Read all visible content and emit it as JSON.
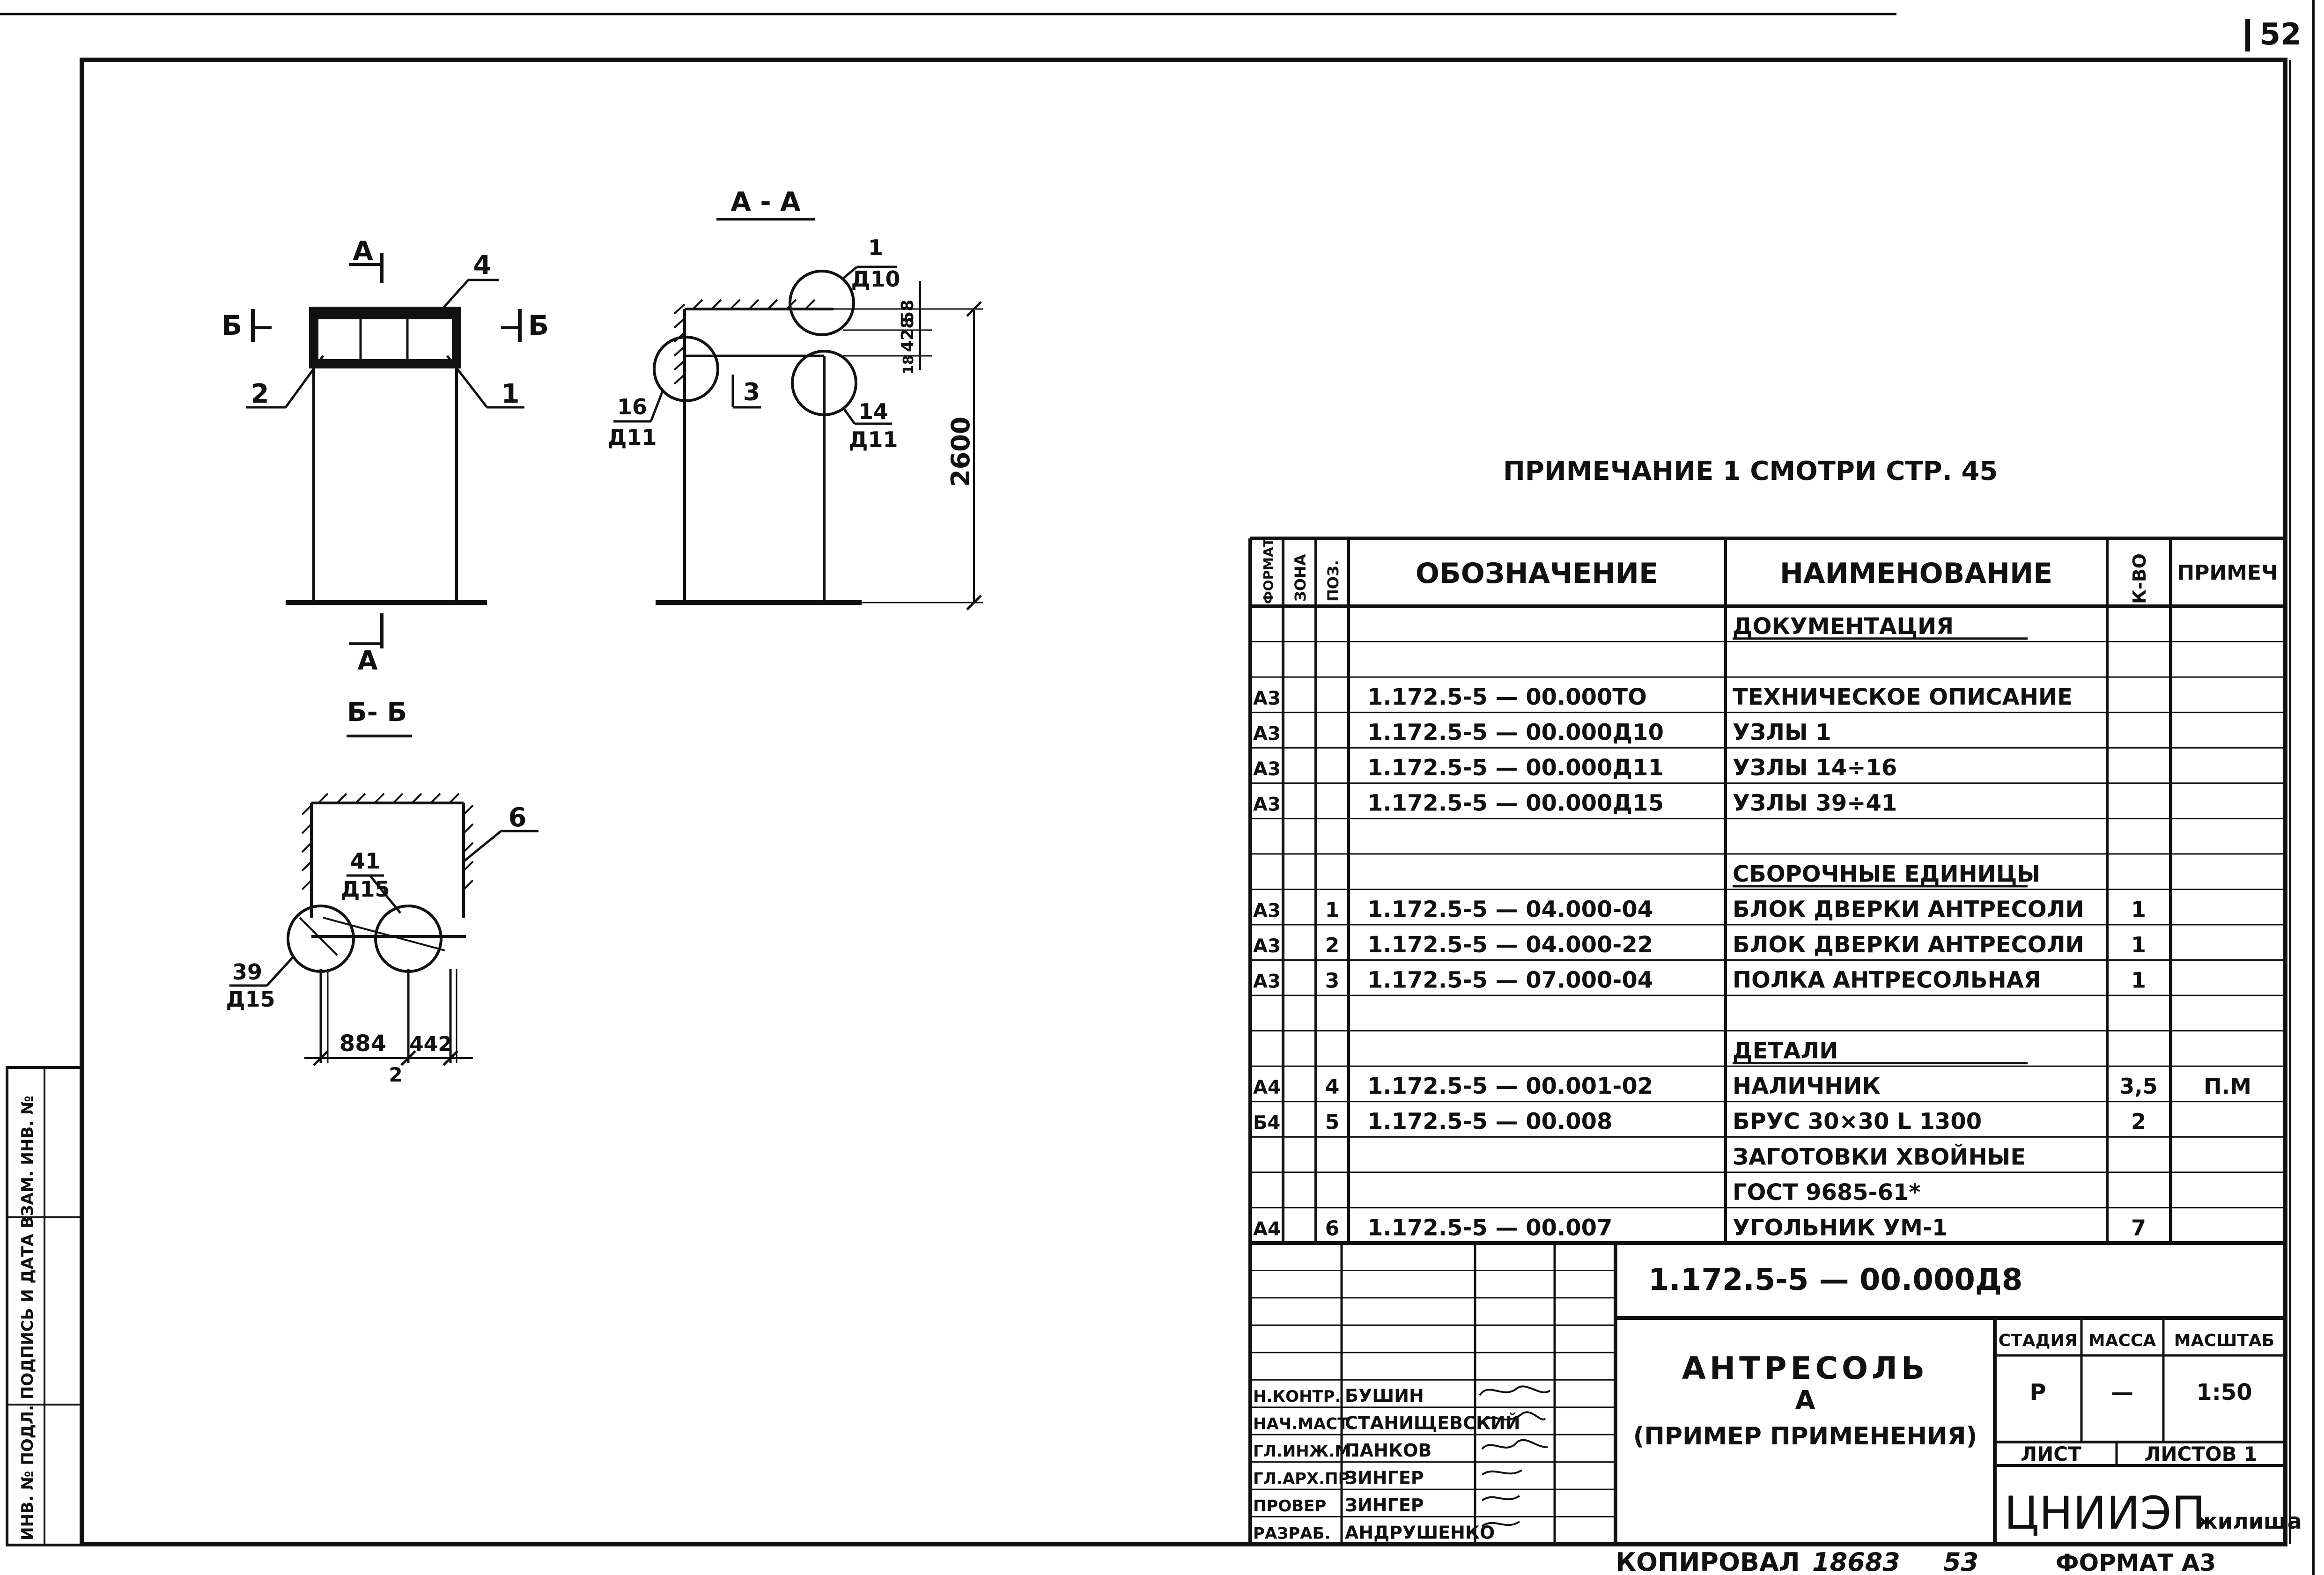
{
  "sheet": {
    "page_number": "52",
    "note": "ПРИМЕЧАНИЕ 1 СМОТРИ СТР. 45",
    "copied_by_label": "КОПИРОВАЛ",
    "copy_number": "18683",
    "copy_page": "53",
    "format_label": "ФОРМАТ А3"
  },
  "views": {
    "front": {
      "section_a_mark": "А",
      "section_b_left": "Б",
      "section_b_right": "Б",
      "callout_4": "4",
      "callout_2": "2",
      "callout_1": "1"
    },
    "section_aa": {
      "title": "А - А",
      "node_1_num": "1",
      "node_1_sheet": "Д10",
      "node_16_num": "16",
      "node_16_sheet": "Д11",
      "node_14_num": "14",
      "node_14_sheet": "Д11",
      "callout_3": "3",
      "dim_58": "58",
      "dim_428": "428",
      "dim_18": "18",
      "dim_2600": "2600"
    },
    "section_bb": {
      "title": "Б- Б",
      "callout_6": "6",
      "node_41_num": "41",
      "node_41_sheet": "Д15",
      "node_39_num": "39",
      "node_39_sheet": "Д15",
      "dim_884": "884",
      "dim_442": "442",
      "callout_2": "2"
    }
  },
  "spec_table": {
    "headers": {
      "format": "ФОРМАТ",
      "zone": "ЗОНА",
      "pos": "ПОЗ.",
      "designation": "ОБОЗНАЧЕНИЕ",
      "name": "НАИМЕНОВАНИЕ",
      "qty": "К-ВО",
      "note": "ПРИМЕЧ"
    },
    "rows": [
      {
        "format": "",
        "pos": "",
        "designation": "",
        "name": "ДОКУМЕНТАЦИЯ",
        "qty": "",
        "note": "",
        "section": true
      },
      {
        "format": "",
        "pos": "",
        "designation": "",
        "name": "",
        "qty": "",
        "note": ""
      },
      {
        "format": "А3",
        "pos": "",
        "designation": "1.172.5-5 — 00.000ТО",
        "name": "ТЕХНИЧЕСКОЕ ОПИСАНИЕ",
        "qty": "",
        "note": ""
      },
      {
        "format": "А3",
        "pos": "",
        "designation": "1.172.5-5 — 00.000Д10",
        "name": "УЗЛЫ 1",
        "qty": "",
        "note": ""
      },
      {
        "format": "А3",
        "pos": "",
        "designation": "1.172.5-5 — 00.000Д11",
        "name": "УЗЛЫ 14÷16",
        "qty": "",
        "note": ""
      },
      {
        "format": "А3",
        "pos": "",
        "designation": "1.172.5-5 — 00.000Д15",
        "name": "УЗЛЫ 39÷41",
        "qty": "",
        "note": ""
      },
      {
        "format": "",
        "pos": "",
        "designation": "",
        "name": "",
        "qty": "",
        "note": ""
      },
      {
        "format": "",
        "pos": "",
        "designation": "",
        "name": "СБОРОЧНЫЕ ЕДИНИЦЫ",
        "qty": "",
        "note": "",
        "section": true
      },
      {
        "format": "А3",
        "pos": "1",
        "designation": "1.172.5-5 — 04.000-04",
        "name": "БЛОК ДВЕРКИ АНТРЕСОЛИ",
        "qty": "1",
        "note": ""
      },
      {
        "format": "А3",
        "pos": "2",
        "designation": "1.172.5-5 — 04.000-22",
        "name": "БЛОК ДВЕРКИ АНТРЕСОЛИ",
        "qty": "1",
        "note": ""
      },
      {
        "format": "А3",
        "pos": "3",
        "designation": "1.172.5-5 — 07.000-04",
        "name": "ПОЛКА АНТРЕСОЛЬНАЯ",
        "qty": "1",
        "note": ""
      },
      {
        "format": "",
        "pos": "",
        "designation": "",
        "name": "",
        "qty": "",
        "note": ""
      },
      {
        "format": "",
        "pos": "",
        "designation": "",
        "name": "ДЕТАЛИ",
        "qty": "",
        "note": "",
        "section": true
      },
      {
        "format": "А4",
        "pos": "4",
        "designation": "1.172.5-5 — 00.001-02",
        "name": "НАЛИЧНИК",
        "qty": "3,5",
        "note": "П.М"
      },
      {
        "format": "Б4",
        "pos": "5",
        "designation": "1.172.5-5 — 00.008",
        "name": "БРУС 30×30 L 1300",
        "qty": "2",
        "note": ""
      },
      {
        "format": "",
        "pos": "",
        "designation": "",
        "name": "ЗАГОТОВКИ ХВОЙНЫЕ",
        "qty": "",
        "note": ""
      },
      {
        "format": "",
        "pos": "",
        "designation": "",
        "name": "ГОСТ 9685-61*",
        "qty": "",
        "note": ""
      },
      {
        "format": "А4",
        "pos": "6",
        "designation": "1.172.5-5 — 00.007",
        "name": "УГОЛЬНИК УМ-1",
        "qty": "7",
        "note": ""
      }
    ]
  },
  "title_block": {
    "code": "1.172.5-5 — 00.000Д8",
    "title_line1": "АНТРЕСОЛЬ",
    "title_line2": "А",
    "title_line3": "(ПРИМЕР ПРИМЕНЕНИЯ)",
    "stage_label": "СТАДИЯ",
    "mass_label": "МАССА",
    "scale_label": "МАСШТАБ",
    "stage": "Р",
    "mass": "—",
    "scale": "1:50",
    "sheet_label": "ЛИСТ",
    "sheets_label": "ЛИСТОВ 1",
    "org": "ЦНИИЭП",
    "org_suffix": "жилища",
    "staff": [
      {
        "role": "Н.КОНТР.",
        "name": "БУШИН"
      },
      {
        "role": "НАЧ.МАСТ.",
        "name": "СТАНИЩЕВСКИЙ"
      },
      {
        "role": "ГЛ.ИНЖ.М.",
        "name": "ПАНКОВ"
      },
      {
        "role": "ГЛ.АРХ.ПР.",
        "name": "ЗИНГЕР"
      },
      {
        "role": "ПРОВЕР",
        "name": "ЗИНГЕР"
      },
      {
        "role": "РАЗРАБ.",
        "name": "АНДРУШЕНКО"
      }
    ]
  },
  "side_stamp": {
    "text": "ИНВ. № ПОДЛ. ПОДПИСЬ И ДАТА ВЗАМ. ИНВ. №"
  }
}
